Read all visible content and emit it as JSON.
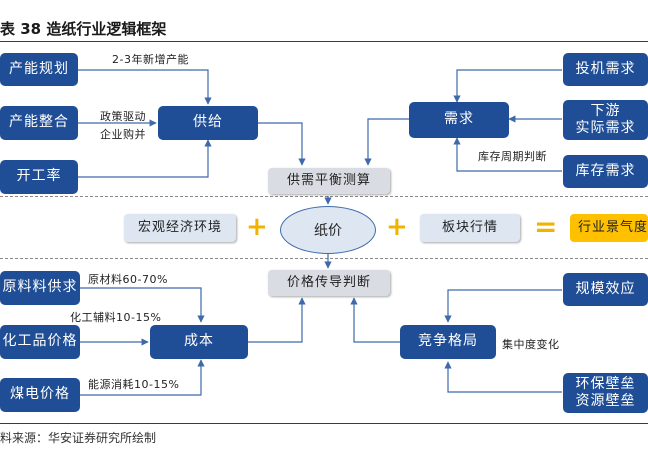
{
  "title": "表 38 造纸行业逻辑框架",
  "nodes": {
    "capacity_plan": "产能规划",
    "capacity_integration": "产能整合",
    "operating_rate": "开工率",
    "supply": "供给",
    "demand": "需求",
    "investment_demand": "投机需求",
    "downstream_demand_line1": "下游",
    "downstream_demand_line2": "实际需求",
    "inventory_demand": "库存需求",
    "supply_demand_balance": "供需平衡测算",
    "macro_environment": "宏观经济环境",
    "paper_price": "纸价",
    "sector_market": "板块行情",
    "industry_prosperity": "行业景气度",
    "raw_material_supply": "原料料供求",
    "chemical_price": "化工品价格",
    "coal_power_price": "煤电价格",
    "cost": "成本",
    "price_transmission": "价格传导判断",
    "scale_effect": "规模效应",
    "competition": "竞争格局",
    "barrier_line1": "环保壁垒",
    "barrier_line2": "资源壁垒"
  },
  "labels": {
    "new_capacity": "2-3年新增产能",
    "policy_driven": "政策驱动",
    "merger": "企业购并",
    "inventory_cycle": "库存周期判断",
    "raw_material_share": "原材料60-70%",
    "chemical_share": "化工辅料10-15%",
    "energy_share": "能源消耗10-15%",
    "concentration_change": "集中度变化"
  },
  "operators": {
    "plus1": "+",
    "plus2": "+",
    "equals": "="
  },
  "colors": {
    "node_blue": "#1f4e96",
    "node_grey": "#d9dde3",
    "node_light": "#dde6f1",
    "highlight": "#ffc000",
    "connector": "#3e6aaa"
  },
  "source": "料来源：华安证券研究所绘制"
}
